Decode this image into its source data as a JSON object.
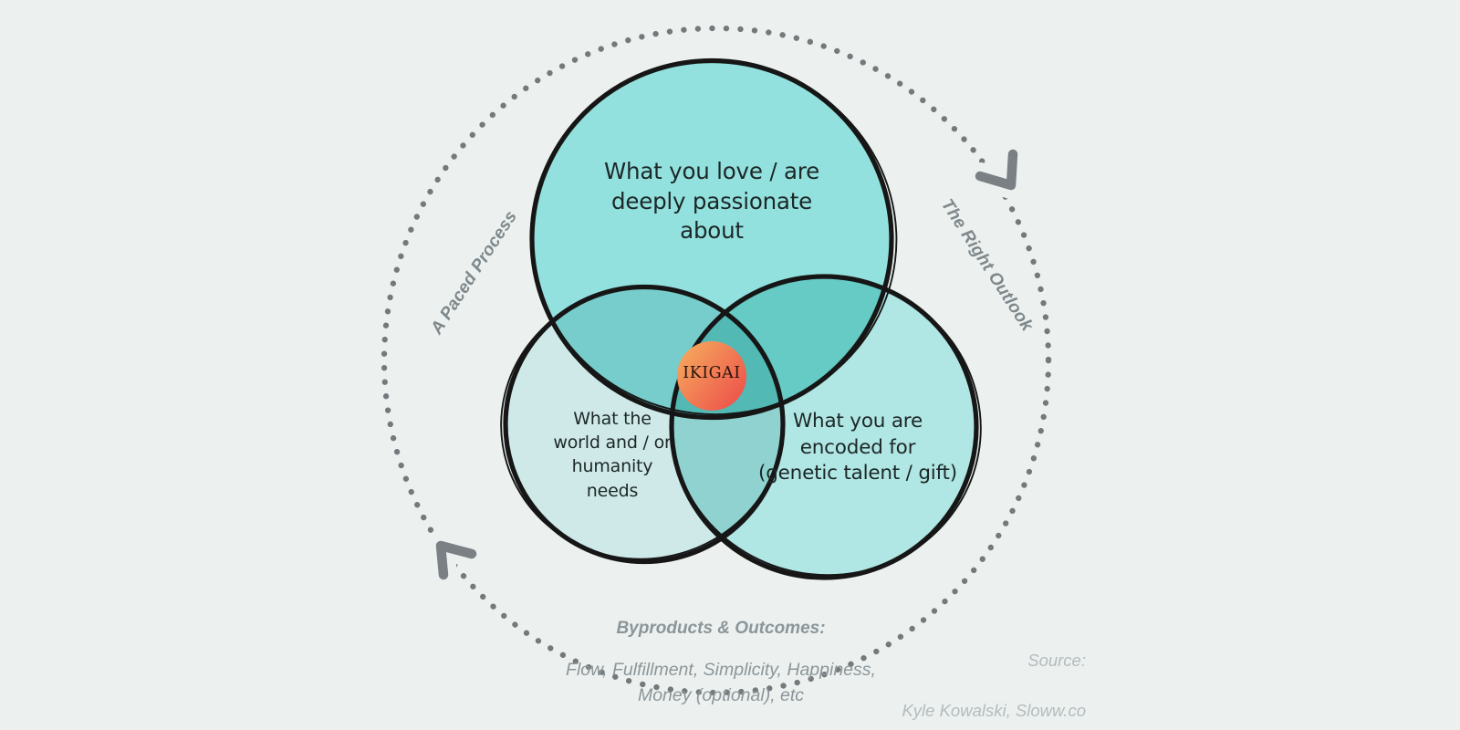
{
  "background_color": "#ecf1f0",
  "venn": {
    "outline_color": "#161616",
    "circles": [
      {
        "id": "love",
        "label": "What you love / are\ndeeply passionate\nabout",
        "fill": "#93e1de"
      },
      {
        "id": "needs",
        "label": "What the\nworld and / or\nhumanity\nneeds",
        "fill": "#cfe9e9"
      },
      {
        "id": "encoded",
        "label": "What you are\nencoded for\n(genetic talent / gift)",
        "fill": "#b0e6e3"
      }
    ],
    "center": {
      "label": "IKIGAI",
      "gradient_start": "#f6b05f",
      "gradient_end": "#ee5a4c"
    }
  },
  "ring": {
    "dot_color": "#75797c",
    "arrow_color": "#7b8084",
    "labels": [
      {
        "id": "paced-process",
        "text": "A Paced Process"
      },
      {
        "id": "right-outlook",
        "text": "The Right Outlook"
      }
    ]
  },
  "byproducts": {
    "heading": "Byproducts & Outcomes:",
    "items": "Flow, Fulfillment, Simplicity, Happiness,\nMoney (optional), etc"
  },
  "source": {
    "prefix": "Source:",
    "text": "Kyle Kowalski, Sloww.co"
  }
}
